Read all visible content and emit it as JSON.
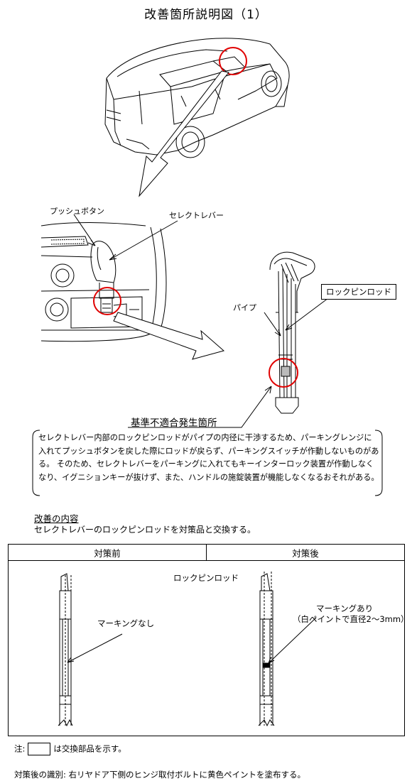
{
  "title": "改善箇所説明図（1）",
  "labels": {
    "push_button": "プッシュボタン",
    "select_lever": "セレクトレバー",
    "pipe": "パイプ",
    "lock_pin_rod": "ロックピンロッド",
    "defect_location": "基準不適合発生箇所"
  },
  "description": "セレクトレバー内部のロックピンロッドがパイプの内径に干渉するため、パーキングレンジに入れてプッシュボタンを戻した際にロッドが戻らず、パーキングスイッチが作動しないものがある。 そのため、セレクトレバーをパーキングに入れてもキーインターロック装置が作動しなくなり、イグニションキーが抜けず、また、ハンドルの施錠装置が機能しなくなるおそれがある。",
  "improvement": {
    "heading": "改善の内容",
    "text": "セレクトレバーのロックピンロッドを対策品と交換する。"
  },
  "table": {
    "before_header": "対策前",
    "after_header": "対策後",
    "rod_label": "ロックピンロッド",
    "before_marking": "マーキングなし",
    "after_marking_1": "マーキングあり",
    "after_marking_2": "（白ペイントで直径2～3mm）"
  },
  "note": {
    "prefix": "注:",
    "suffix": "は交換部品を示す。"
  },
  "footer": "対策後の識別: 右リヤドア下側のヒンジ取付ボルトに黄色ペイントを塗布する。"
}
